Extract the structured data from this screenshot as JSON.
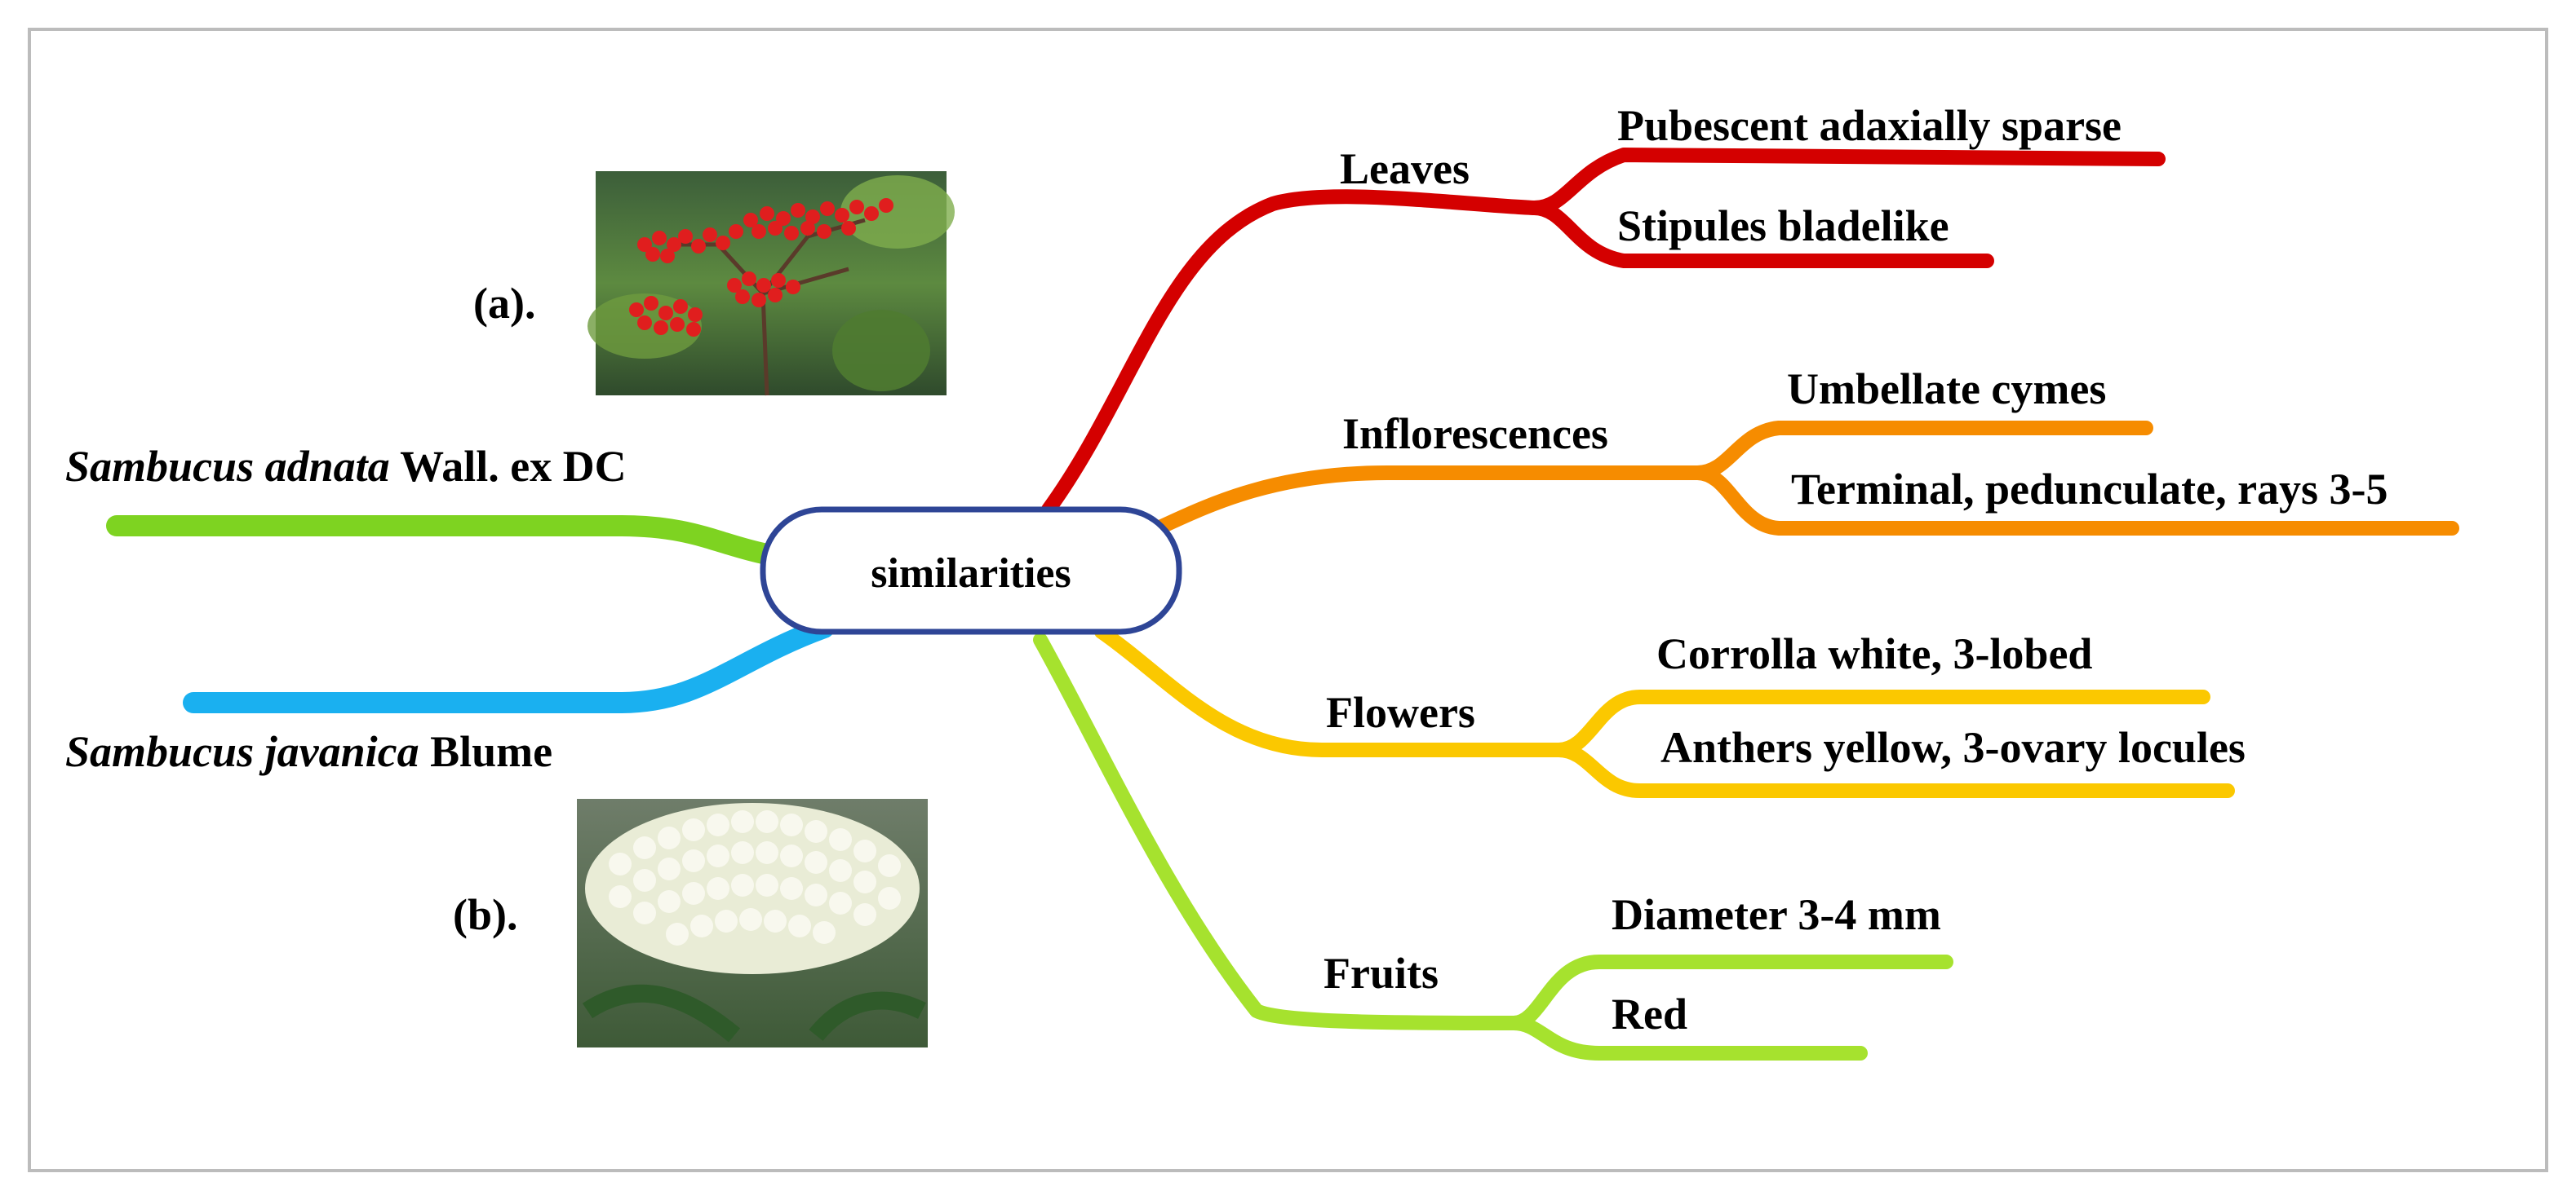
{
  "center": {
    "label": "similarities"
  },
  "photos": [
    {
      "caption": "(a).",
      "subject": "red-elderberry-flower-cluster-photo"
    },
    {
      "caption": "(b).",
      "subject": "white-elderflower-cluster-photo"
    }
  ],
  "species": [
    {
      "genus": "Sambucus",
      "epithet": "adnata",
      "author": "Wall. ex DC",
      "color": "#7ed321"
    },
    {
      "genus": "Sambucus",
      "epithet": "javanica",
      "author": "Blume",
      "color": "#1ab0f0"
    }
  ],
  "branches": [
    {
      "label": "Leaves",
      "color": "#d40000",
      "children": [
        {
          "label": "Pubescent adaxially sparse"
        },
        {
          "label": "Stipules bladelike"
        }
      ]
    },
    {
      "label": "Inflorescences",
      "color": "#f68c00",
      "children": [
        {
          "label": "Umbellate cymes"
        },
        {
          "label": "Terminal, pedunculate, rays 3-5"
        }
      ]
    },
    {
      "label": "Flowers",
      "color": "#fbc800",
      "children": [
        {
          "label": "Corrolla white, 3-lobed"
        },
        {
          "label": "Anthers yellow, 3-ovary locules"
        }
      ]
    },
    {
      "label": "Fruits",
      "color": "#a6e22e",
      "children": [
        {
          "label": "Diameter 3-4 mm"
        },
        {
          "label": "Red"
        }
      ]
    }
  ],
  "colors": {
    "border": "#bcbcbc",
    "center_outline": "#2e4596"
  }
}
